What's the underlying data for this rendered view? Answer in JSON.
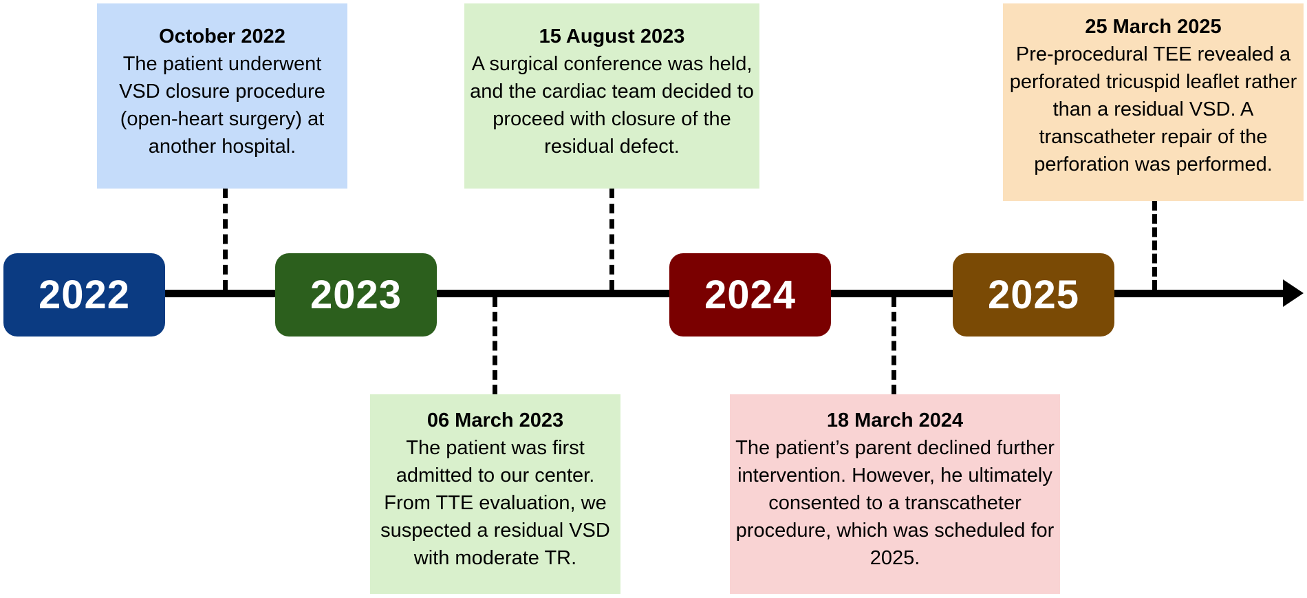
{
  "years": [
    {
      "label": "2022",
      "color": "#0b3b82"
    },
    {
      "label": "2023",
      "color": "#2c5f1d"
    },
    {
      "label": "2024",
      "color": "#7a0000"
    },
    {
      "label": "2025",
      "color": "#7a4a05"
    }
  ],
  "events": [
    {
      "date": "October 2022",
      "text": "The patient underwent VSD closure procedure (open-heart surgery) at another hospital.",
      "color": "#c5dcfa",
      "position": "above",
      "year": "2022"
    },
    {
      "date": "06 March 2023",
      "text": "The patient was first admitted to our center. From TTE evaluation, we suspected a residual VSD with moderate TR.",
      "color": "#d9f0cc",
      "position": "below",
      "year": "2023"
    },
    {
      "date": "15 August 2023",
      "text": "A surgical conference was held, and the cardiac team decided to proceed with closure of the residual defect.",
      "color": "#d9f0cc",
      "position": "above",
      "year": "2023"
    },
    {
      "date": "18 March 2024",
      "text": "The patient’s parent declined further intervention. However, he ultimately consented to a transcatheter procedure, which was scheduled for 2025.",
      "color": "#f9d3d3",
      "position": "below",
      "year": "2024"
    },
    {
      "date": "25 March 2025",
      "text": "Pre-procedural TEE revealed a perforated tricuspid leaflet rather than a residual VSD. A transcatheter repair of the perforation was performed.",
      "color": "#fbe0bb",
      "position": "above",
      "year": "2025"
    }
  ]
}
